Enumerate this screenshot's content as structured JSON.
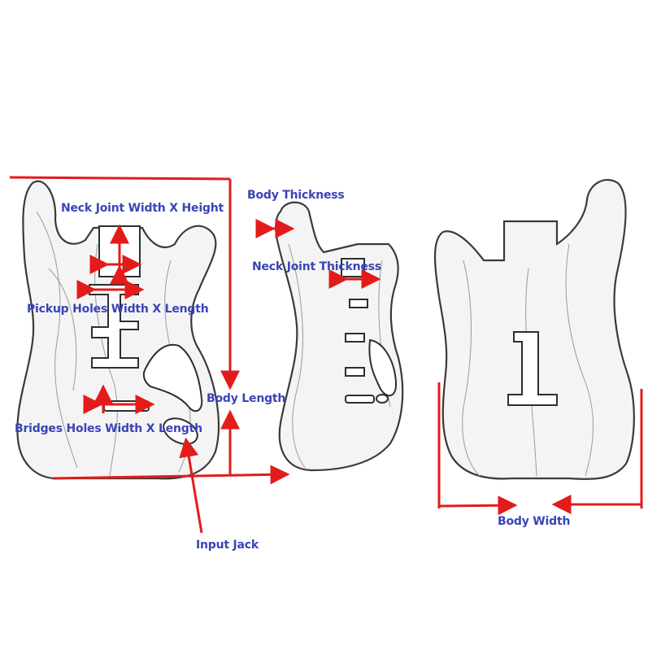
{
  "labels": {
    "neck_joint_wh": "Neck Joint Width X Height",
    "body_thickness": "Body Thickness",
    "neck_joint_thickness": "Neck Joint Thickness",
    "pickup_holes": "Pickup Holes Width X Length",
    "body_length": "Body Length",
    "bridges_holes": "Bridges Holes Width X Length",
    "input_jack": "Input Jack",
    "body_width": "Body Width"
  },
  "colors": {
    "label_text": "#3a44b6",
    "arrow": "#e31b1b",
    "outline": "#3a3a3a",
    "body_fill": "#f4f4f4"
  }
}
